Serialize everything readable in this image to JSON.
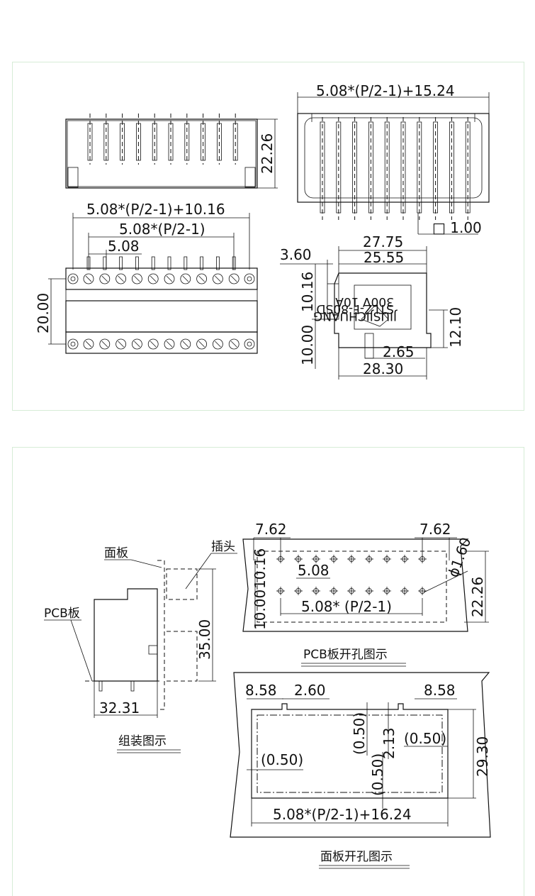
{
  "dimensions": {
    "top_total_width": "5.08*(P/2-1)+15.24",
    "front_height": "22.26",
    "square_pin": "□ 1.00",
    "width_10_16": "5.08*(P/2-1)+10.16",
    "pitch_formula": "5.08*(P/2-1)",
    "pitch": "5.08",
    "side_height": "20.00",
    "d_27_75": "27.75",
    "d_25_55": "25.55",
    "d_3_60": "3.60",
    "d_10_16": "10.16",
    "d_10_00": "10.00",
    "d_12_10": "12.10",
    "d_2_65": "2.65",
    "d_28_30": "28.30",
    "pcb_7_62_left": "7.62",
    "pcb_7_62_right": "7.62",
    "pcb_10_16": "10.16",
    "pcb_5_08": "5.08",
    "pcb_hole": "ϕ1.60",
    "pcb_10_00": "10.00",
    "pcb_22_26": "22.26",
    "pcb_formula": "5.08*  (P/2-1)",
    "asm_35_00": "35.00",
    "asm_32_31": "32.31",
    "panel_8_58_left": "8.58",
    "panel_2_60": "2.60",
    "panel_8_58_right": "8.58",
    "panel_0_50_a": "(0.50)",
    "panel_2_13": "2.13",
    "panel_0_50_b": "(0.50)",
    "panel_0_50_left": "(0.50)",
    "panel_0_50_c": "(0.50)",
    "panel_29_30": "29.30",
    "panel_formula": "5.08*(P/2-1)+16.24"
  },
  "labels": {
    "panel": "面板",
    "plug": "插头",
    "pcb_board": "PCB板",
    "assembly": "组装图示",
    "pcb_cutout": "PCB板开孔图示",
    "panel_cutout": "面板开孔图示"
  },
  "product_marking": {
    "line1": "300V 10A",
    "line2": "STLZ-F-80SD",
    "line3": "JIUSJICHUANG"
  }
}
